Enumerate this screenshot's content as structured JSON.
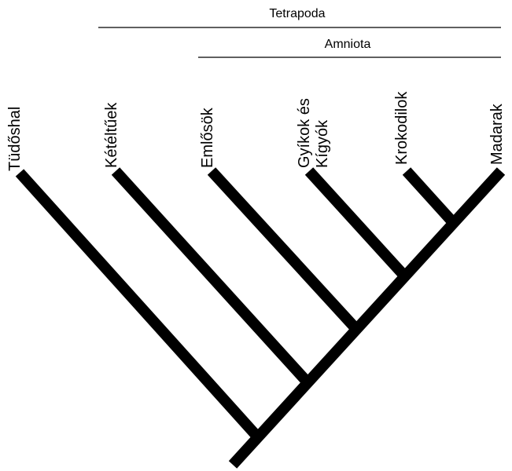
{
  "groups": {
    "tetrapoda": "Tetrapoda",
    "amniota": "Amniota"
  },
  "taxa": {
    "lungfish": "Tüdőshal",
    "amphibians": "Kétéltűek",
    "mammals": "Emlősök",
    "lizards_line1": "Gyíkok és",
    "lizards_line2": "Kígyók",
    "crocodiles": "Krokodilok",
    "birds": "Madarak"
  },
  "colors": {
    "branch": "#000000",
    "bracket": "#000000"
  }
}
